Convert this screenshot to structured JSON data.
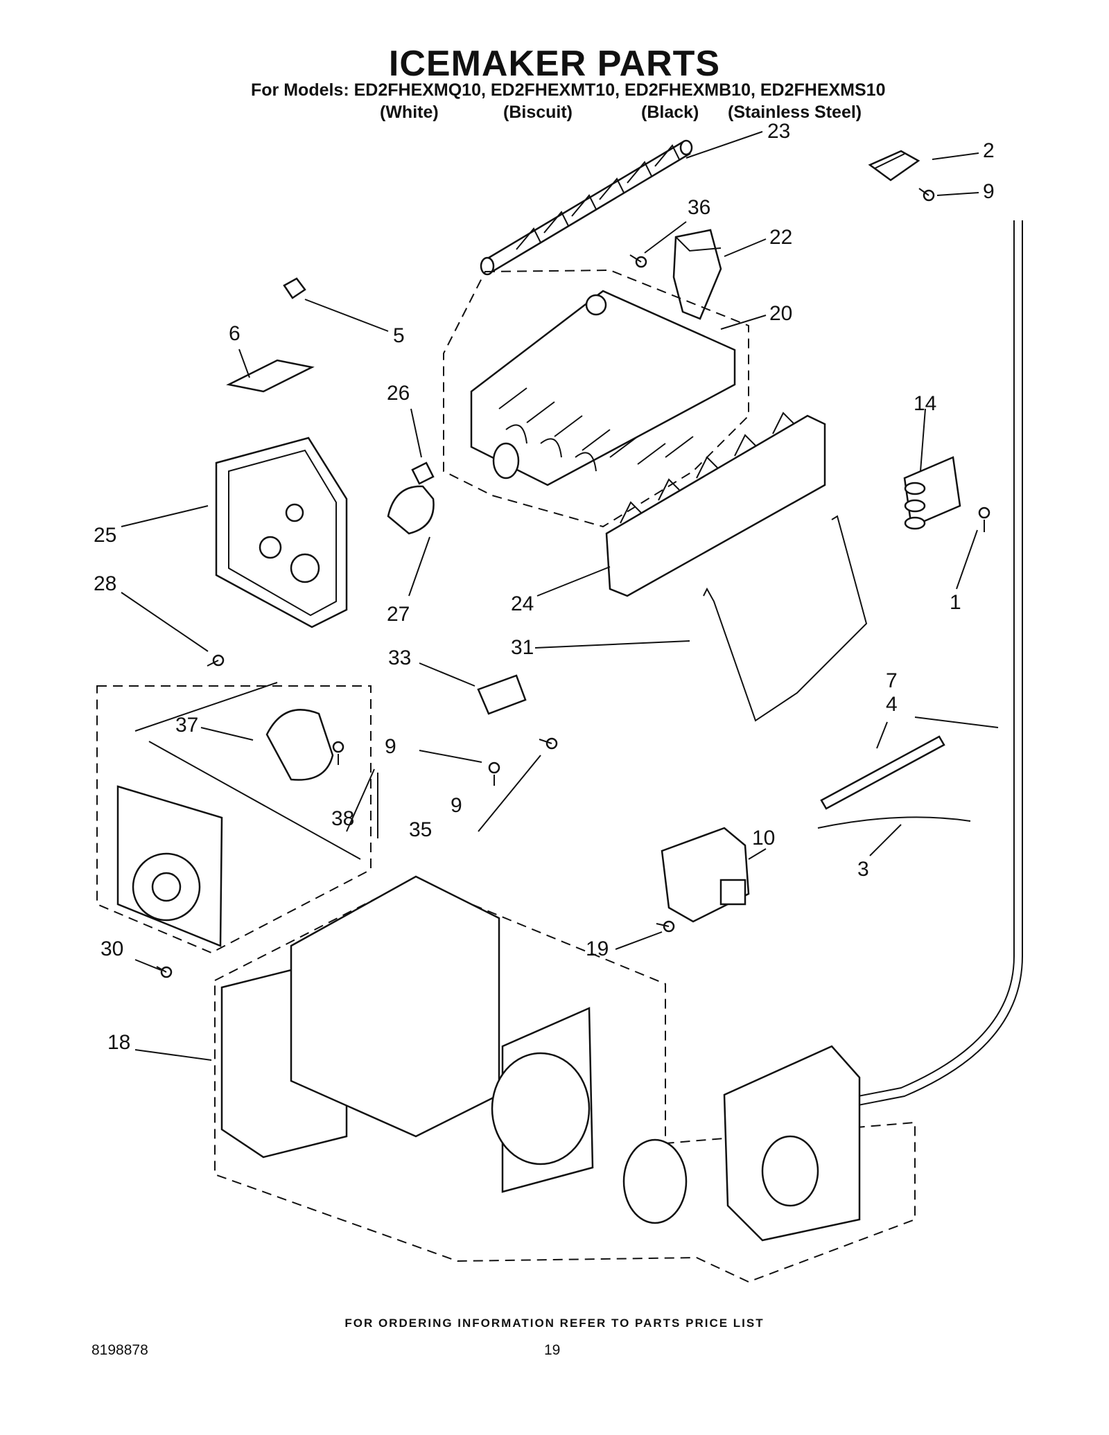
{
  "title": "ICEMAKER PARTS",
  "models_line": "For Models: ED2FHEXMQ10, ED2FHEXMT10, ED2FHEXMB10, ED2FHEXMS10",
  "colors": [
    "(White)",
    "(Biscuit)",
    "(Black)",
    "(Stainless Steel)"
  ],
  "callouts": {
    "c23": "23",
    "c2": "2",
    "c9a": "9",
    "c36": "36",
    "c22": "22",
    "c20": "20",
    "c6": "6",
    "c5": "5",
    "c26": "26",
    "c14": "14",
    "c25": "25",
    "c28": "28",
    "c27": "27",
    "c24": "24",
    "c1": "1",
    "c31": "31",
    "c33": "33",
    "c7": "7",
    "c4": "4",
    "c37": "37",
    "c9b": "9",
    "c9c": "9",
    "c38": "38",
    "c35": "35",
    "c10": "10",
    "c3": "3",
    "c30": "30",
    "c19": "19",
    "c18": "18"
  },
  "footer": "FOR ORDERING INFORMATION REFER TO PARTS PRICE LIST",
  "document_number": "8198878",
  "page_number": "19"
}
